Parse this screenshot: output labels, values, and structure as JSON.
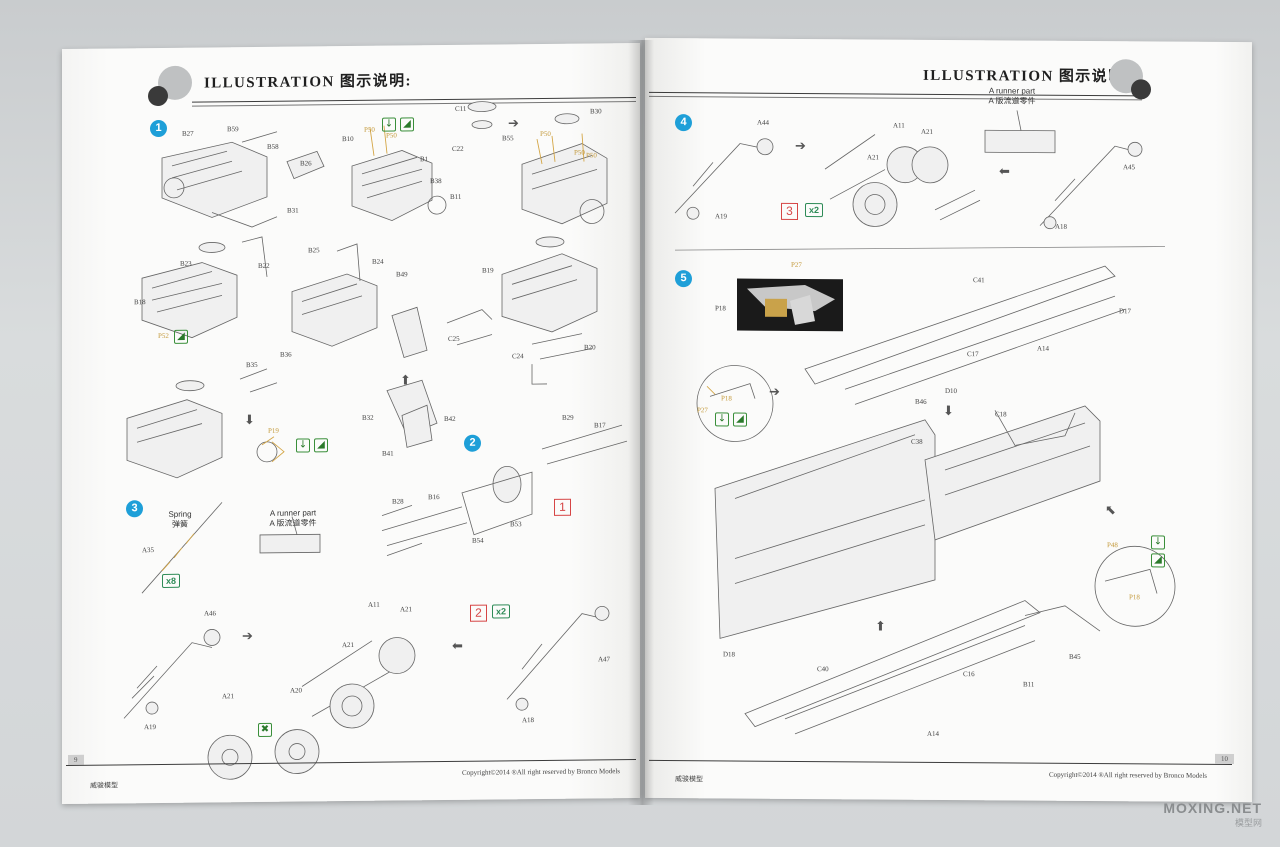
{
  "header": {
    "title": "ILLUSTRATION 图示说明:"
  },
  "left_page": {
    "steps": [
      "1",
      "2",
      "3"
    ],
    "parts_top": [
      "B27",
      "B59",
      "B58",
      "B26",
      "B31",
      "B10",
      "P50",
      "P50",
      "B1",
      "B38",
      "B11",
      "C11",
      "C22",
      "B55",
      "P50",
      "P50",
      "B30",
      "P50"
    ],
    "parts_mid": [
      "B23",
      "B22",
      "B18",
      "P52",
      "B25",
      "B24",
      "B49",
      "C25",
      "B19",
      "C24",
      "B20"
    ],
    "parts_low": [
      "B35",
      "B36",
      "P19",
      "B32",
      "B42",
      "B41"
    ],
    "parts_axle": [
      "B29",
      "B17",
      "B28",
      "B16",
      "B54",
      "B53"
    ],
    "parts_susp": [
      "A35",
      "A46",
      "A19",
      "A11",
      "A21",
      "A21",
      "A21",
      "A20",
      "A47",
      "A18"
    ],
    "spring_label_en": "Spring",
    "spring_label_cn": "弹簧",
    "runner_en": "A runner part",
    "runner_cn": "A 版流道零件",
    "qty_x8": "x8",
    "qty_x2": "x2",
    "box_1": "1",
    "box_2": "2",
    "page_number": "9",
    "footer_left": "威骏模型",
    "footer_right": "Copyright©2014  ®All right reserved by Bronco Models"
  },
  "right_page": {
    "steps": [
      "4",
      "5"
    ],
    "runner_en": "A runner part",
    "runner_cn": "A 版流道零件",
    "parts_step4": [
      "A44",
      "A11",
      "A21",
      "A21",
      "A45",
      "A19",
      "A18"
    ],
    "box_3": "3",
    "qty_x2": "x2",
    "parts_step5": [
      "P27",
      "P18",
      "C41",
      "D17",
      "C17",
      "A14",
      "D10",
      "B46",
      "P27",
      "P18",
      "C18",
      "C38",
      "P48",
      "P18",
      "D18",
      "C40",
      "C16",
      "B11",
      "B45",
      "A14"
    ],
    "page_number": "10",
    "footer_left": "威骏模型",
    "footer_right": "Copyright©2014  ®All right reserved by Bronco Models"
  },
  "watermark": {
    "line1": "MOXING.NET",
    "line2": "模型网"
  },
  "icons": {
    "glue": "glue-icon",
    "insert": "insert-arrow-icon",
    "arrow": "direction-arrow-icon"
  },
  "colors": {
    "step_marker": "#1e9fd8",
    "step_box": "#d64545",
    "qty_green": "#2e8b57",
    "photo_etch_gold": "#c49a3c"
  }
}
